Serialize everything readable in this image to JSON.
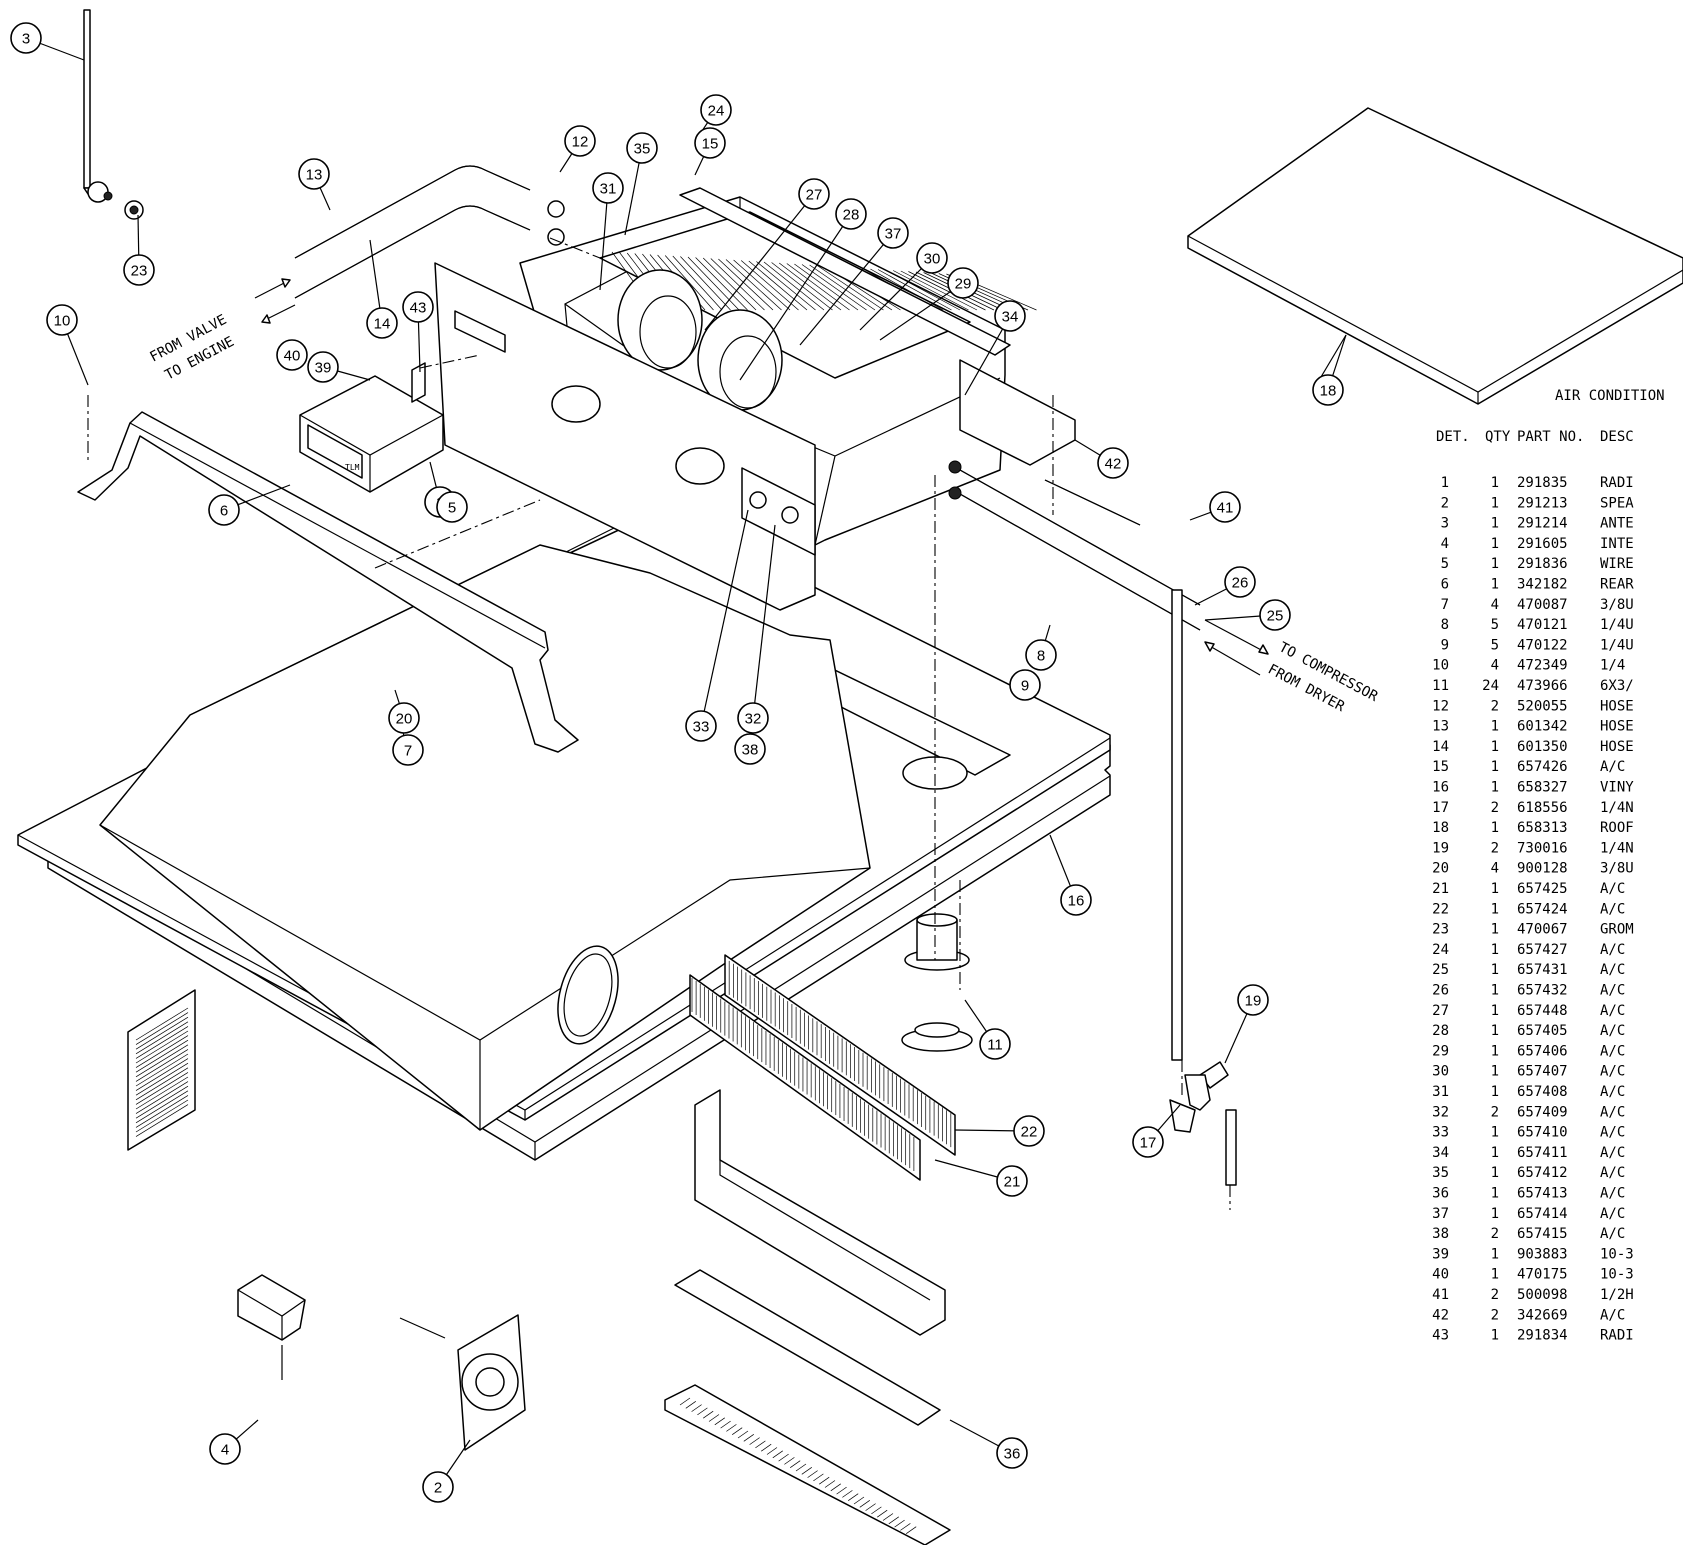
{
  "table": {
    "title": "AIR CONDITION",
    "headers": {
      "det": "DET.",
      "qty": "QTY",
      "part": "PART NO.",
      "desc": "DESC"
    },
    "rows": [
      {
        "det": "1",
        "qty": "1",
        "part": "291835",
        "desc": "RADI"
      },
      {
        "det": "2",
        "qty": "1",
        "part": "291213",
        "desc": "SPEA"
      },
      {
        "det": "3",
        "qty": "1",
        "part": "291214",
        "desc": "ANTE"
      },
      {
        "det": "4",
        "qty": "1",
        "part": "291605",
        "desc": "INTE"
      },
      {
        "det": "5",
        "qty": "1",
        "part": "291836",
        "desc": "WIRE"
      },
      {
        "det": "6",
        "qty": "1",
        "part": "342182",
        "desc": "REAR"
      },
      {
        "det": "7",
        "qty": "4",
        "part": "470087",
        "desc": "3/8U"
      },
      {
        "det": "8",
        "qty": "5",
        "part": "470121",
        "desc": "1/4U"
      },
      {
        "det": "9",
        "qty": "5",
        "part": "470122",
        "desc": "1/4U"
      },
      {
        "det": "10",
        "qty": "4",
        "part": "472349",
        "desc": "1/4"
      },
      {
        "det": "11",
        "qty": "24",
        "part": "473966",
        "desc": "6X3/"
      },
      {
        "det": "12",
        "qty": "2",
        "part": "520055",
        "desc": "HOSE"
      },
      {
        "det": "13",
        "qty": "1",
        "part": "601342",
        "desc": "HOSE"
      },
      {
        "det": "14",
        "qty": "1",
        "part": "601350",
        "desc": "HOSE"
      },
      {
        "det": "15",
        "qty": "1",
        "part": "657426",
        "desc": "A/C"
      },
      {
        "det": "16",
        "qty": "1",
        "part": "658327",
        "desc": "VINY"
      },
      {
        "det": "17",
        "qty": "2",
        "part": "618556",
        "desc": "1/4N"
      },
      {
        "det": "18",
        "qty": "1",
        "part": "658313",
        "desc": "ROOF"
      },
      {
        "det": "19",
        "qty": "2",
        "part": "730016",
        "desc": "1/4N"
      },
      {
        "det": "20",
        "qty": "4",
        "part": "900128",
        "desc": "3/8U"
      },
      {
        "det": "21",
        "qty": "1",
        "part": "657425",
        "desc": "A/C"
      },
      {
        "det": "22",
        "qty": "1",
        "part": "657424",
        "desc": "A/C"
      },
      {
        "det": "23",
        "qty": "1",
        "part": "470067",
        "desc": "GROM"
      },
      {
        "det": "24",
        "qty": "1",
        "part": "657427",
        "desc": "A/C"
      },
      {
        "det": "25",
        "qty": "1",
        "part": "657431",
        "desc": "A/C"
      },
      {
        "det": "26",
        "qty": "1",
        "part": "657432",
        "desc": "A/C"
      },
      {
        "det": "27",
        "qty": "1",
        "part": "657448",
        "desc": "A/C"
      },
      {
        "det": "28",
        "qty": "1",
        "part": "657405",
        "desc": "A/C"
      },
      {
        "det": "29",
        "qty": "1",
        "part": "657406",
        "desc": "A/C"
      },
      {
        "det": "30",
        "qty": "1",
        "part": "657407",
        "desc": "A/C"
      },
      {
        "det": "31",
        "qty": "1",
        "part": "657408",
        "desc": "A/C"
      },
      {
        "det": "32",
        "qty": "2",
        "part": "657409",
        "desc": "A/C"
      },
      {
        "det": "33",
        "qty": "1",
        "part": "657410",
        "desc": "A/C"
      },
      {
        "det": "34",
        "qty": "1",
        "part": "657411",
        "desc": "A/C"
      },
      {
        "det": "35",
        "qty": "1",
        "part": "657412",
        "desc": "A/C"
      },
      {
        "det": "36",
        "qty": "1",
        "part": "657413",
        "desc": "A/C"
      },
      {
        "det": "37",
        "qty": "1",
        "part": "657414",
        "desc": "A/C"
      },
      {
        "det": "38",
        "qty": "2",
        "part": "657415",
        "desc": "A/C"
      },
      {
        "det": "39",
        "qty": "1",
        "part": "903883",
        "desc": "10-3"
      },
      {
        "det": "40",
        "qty": "1",
        "part": "470175",
        "desc": "10-3"
      },
      {
        "det": "41",
        "qty": "2",
        "part": "500098",
        "desc": "1/2H"
      },
      {
        "det": "42",
        "qty": "2",
        "part": "342669",
        "desc": "A/C"
      },
      {
        "det": "43",
        "qty": "1",
        "part": "291834",
        "desc": "RADI"
      }
    ]
  },
  "flow_labels": {
    "from_valve": "FROM VALVE",
    "to_engine": "TO ENGINE",
    "to_compressor": "TO COMPRESSOR",
    "from_dryer": "FROM DRYER"
  },
  "radio_brand": "TLM",
  "callouts": [
    "1",
    "2",
    "3",
    "4",
    "5",
    "6",
    "7",
    "8",
    "9",
    "10",
    "11",
    "12",
    "13",
    "14",
    "15",
    "16",
    "17",
    "18",
    "19",
    "20",
    "21",
    "22",
    "23",
    "24",
    "25",
    "26",
    "27",
    "28",
    "29",
    "30",
    "31",
    "32",
    "33",
    "34",
    "35",
    "36",
    "37",
    "38",
    "39",
    "40",
    "41",
    "42",
    "43"
  ]
}
